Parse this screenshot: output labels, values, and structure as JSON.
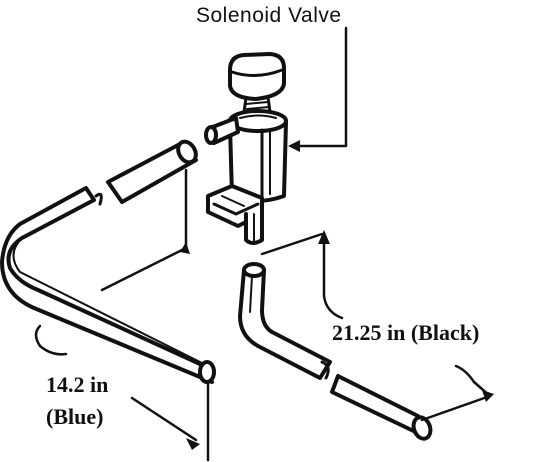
{
  "labels": {
    "solenoid": "Solenoid Valve",
    "black_hose": "21.25 in (Black)",
    "blue_hose_length": "14.2 in",
    "blue_hose_color": "(Blue)"
  },
  "colors": {
    "ink": "#111111",
    "paper": "#ffffff"
  }
}
